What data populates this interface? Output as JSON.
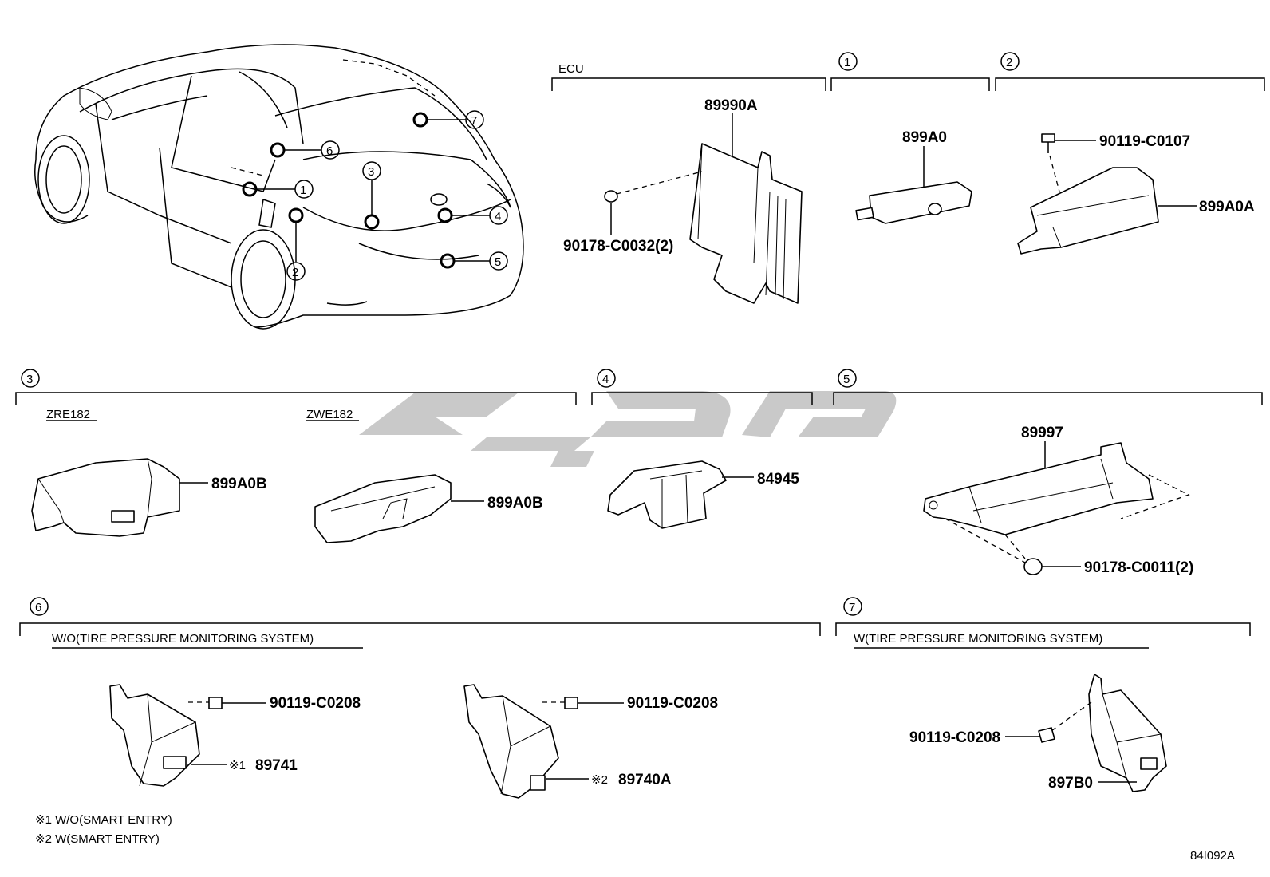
{
  "watermark": "تویوتا",
  "ecu_section": {
    "title": "ECU",
    "main_part": "89990A",
    "nut": "90178-C0032(2)"
  },
  "callouts": [
    "1",
    "2",
    "3",
    "4",
    "5",
    "6",
    "7"
  ],
  "section1": {
    "part": "899A0"
  },
  "section2": {
    "bolt": "90119-C0107",
    "part": "899A0A"
  },
  "section3": {
    "variant_a": {
      "model": "ZRE182",
      "part": "899A0B"
    },
    "variant_b": {
      "model": "ZWE182",
      "part": "899A0B"
    }
  },
  "section4": {
    "part": "84945"
  },
  "section5": {
    "part": "89997",
    "nut": "90178-C0011(2)"
  },
  "section6": {
    "title": "W/O(TIRE PRESSURE MONITORING SYSTEM)",
    "unit_a": {
      "bolt": "90119-C0208",
      "mark": "※1",
      "part": "89741"
    },
    "unit_b": {
      "bolt": "90119-C0208",
      "mark": "※2",
      "part": "89740A"
    }
  },
  "section7": {
    "title": "W(TIRE PRESSURE MONITORING SYSTEM)",
    "bolt": "90119-C0208",
    "part": "897B0"
  },
  "notes": [
    "※1 W/O(SMART ENTRY)",
    "※2 W(SMART ENTRY)"
  ],
  "diagram_code": "84I092A"
}
